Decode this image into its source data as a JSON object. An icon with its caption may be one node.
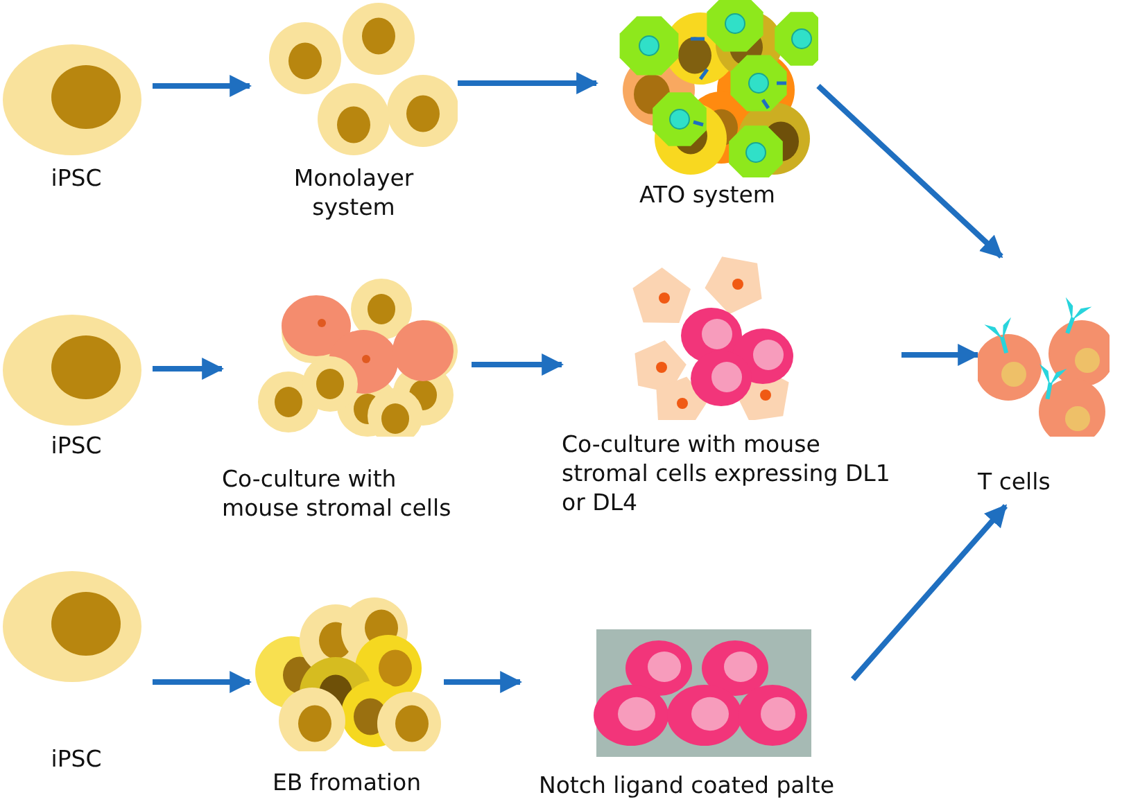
{
  "diagram": {
    "nodes": [
      {
        "text": [
          "iPSC"
        ]
      },
      {
        "text": [
          "Monolayer system"
        ]
      },
      {
        "text": [
          "ATO system"
        ]
      },
      {
        "text": [
          "iPSC"
        ]
      },
      {
        "text": [
          "Co-culture with mouse stromal cells"
        ]
      },
      {
        "text": [
          "Co-culture with mouse stromal cells expressing DL1 or DL4"
        ]
      },
      {
        "text": [
          "T cells"
        ]
      },
      {
        "text": [
          "iPSC"
        ]
      },
      {
        "text": [
          "EB fromation"
        ]
      },
      {
        "text": [
          "Notch ligand coated palte"
        ]
      }
    ],
    "edges": [
      {
        "from": 0,
        "to": 1,
        "arrow": "to"
      },
      {
        "from": 1,
        "to": 2,
        "arrow": "to"
      },
      {
        "from": 2,
        "to": 6,
        "arrow": "to"
      },
      {
        "from": 3,
        "to": 4,
        "arrow": "to"
      },
      {
        "from": 4,
        "to": 5,
        "arrow": "to"
      },
      {
        "from": 5,
        "to": 6,
        "arrow": "to"
      },
      {
        "from": 7,
        "to": 8,
        "arrow": "to"
      },
      {
        "from": 8,
        "to": 9,
        "arrow": "to"
      },
      {
        "from": 9,
        "to": 6,
        "arrow": "to"
      }
    ]
  }
}
